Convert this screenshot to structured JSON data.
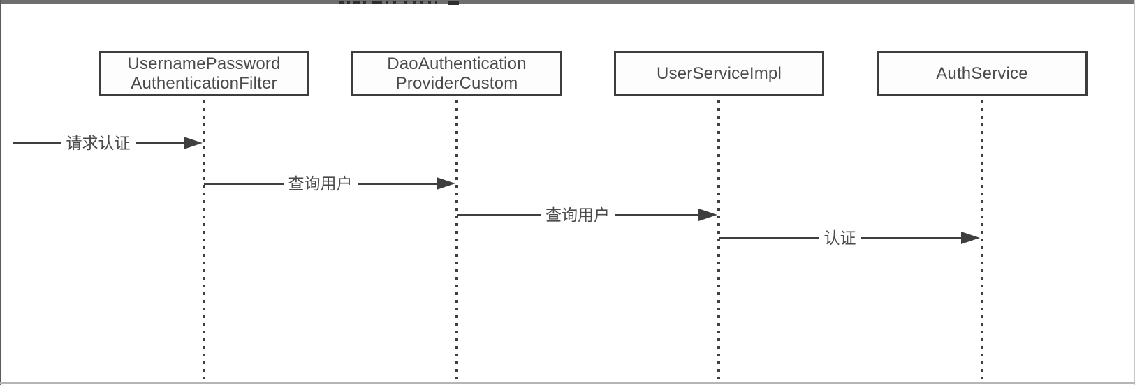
{
  "diagram": {
    "type": "sequence-diagram",
    "participants": [
      {
        "id": "username-password-authentication-filter",
        "lines": [
          "UsernamePassword",
          "AuthenticationFilter"
        ]
      },
      {
        "id": "dao-authentication-provider-custom",
        "lines": [
          "DaoAuthentication",
          "ProviderCustom"
        ]
      },
      {
        "id": "user-service-impl",
        "lines": [
          "UserServiceImpl"
        ]
      },
      {
        "id": "auth-service",
        "lines": [
          "AuthService"
        ]
      }
    ],
    "messages": [
      {
        "label": "请求认证",
        "from": "external",
        "to": "UsernamePasswordAuthenticationFilter"
      },
      {
        "label": "查询用户",
        "from": "UsernamePasswordAuthenticationFilter",
        "to": "DaoAuthenticationProviderCustom"
      },
      {
        "label": "查询用户",
        "from": "DaoAuthenticationProviderCustom",
        "to": "UserServiceImpl"
      },
      {
        "label": "认证",
        "from": "UserServiceImpl",
        "to": "AuthService"
      }
    ],
    "colors": {
      "background": "#ffffff",
      "line": "#3f3f3f",
      "box_border": "#3d3d3d",
      "text": "#4a4a4a",
      "frame_top": "#6e6e6e"
    }
  }
}
